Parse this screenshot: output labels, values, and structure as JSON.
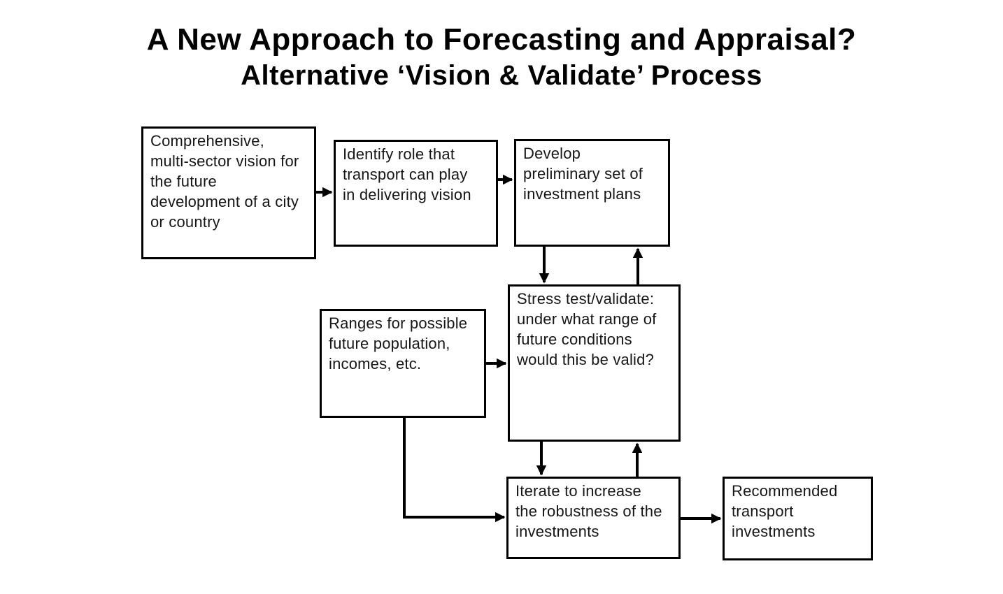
{
  "canvas": {
    "background": "#ffffff",
    "line_color": "#000000",
    "text_color": "#161616"
  },
  "title": {
    "line1": "A New Approach to Forecasting and Appraisal?",
    "line2": "Alternative ‘Vision & Validate’ Process"
  },
  "boxes": {
    "vision": {
      "text": "Comprehensive,\nmulti-sector vision for\nthe future\ndevelopment of a city\nor country"
    },
    "role": {
      "text": "Identify role that\ntransport can play\nin delivering vision"
    },
    "develop": {
      "text": "Develop\npreliminary set of\ninvestment plans"
    },
    "stress": {
      "text": "Stress test/validate:\nunder what range of\nfuture conditions\nwould this be valid?"
    },
    "ranges": {
      "text": "Ranges for possible\nfuture population,\nincomes, etc."
    },
    "iterate": {
      "text": "Iterate to increase\nthe robustness of the\ninvestments"
    },
    "recommended": {
      "text": "Recommended\ntransport\ninvestments"
    }
  },
  "connections": [
    {
      "from": "vision",
      "to": "role"
    },
    {
      "from": "role",
      "to": "develop"
    },
    {
      "from": "develop",
      "to": "stress"
    },
    {
      "from": "stress",
      "to": "develop"
    },
    {
      "from": "ranges",
      "to": "stress"
    },
    {
      "from": "stress",
      "to": "iterate"
    },
    {
      "from": "iterate",
      "to": "stress"
    },
    {
      "from": "ranges",
      "to": "iterate"
    },
    {
      "from": "iterate",
      "to": "recommended"
    }
  ]
}
